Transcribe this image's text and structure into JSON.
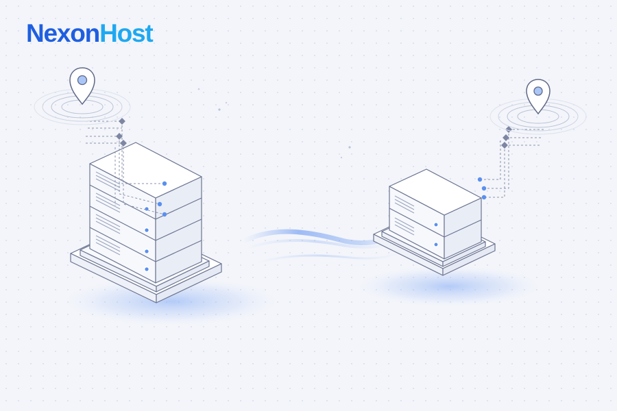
{
  "brand": {
    "name_part_1": "Nexon",
    "name_part_2": "Host",
    "colors": {
      "part_1": "#1f5fe0",
      "part_2": "#1fa8f0"
    }
  },
  "palette": {
    "background": "#f3f5fa",
    "dots": "#cfd6e6",
    "outline": "#6b7490",
    "face_light": "#ffffff",
    "face_shade": "#eef1f8",
    "led": "#5a90ee",
    "glow": "#7fa8f5"
  },
  "illustration": {
    "large_server_units": 4,
    "small_server_units": 2,
    "location_pins": 2,
    "link": "data-stream"
  }
}
